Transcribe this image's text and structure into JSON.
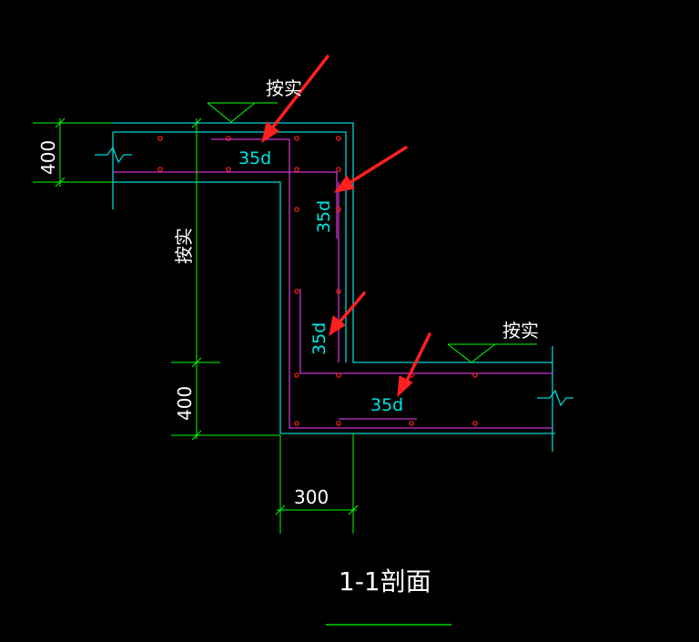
{
  "colors": {
    "background": "#000000",
    "dimension": "#00ff00",
    "outline": "#00d4d4",
    "rebar": "#cc33cc",
    "rebar_dot": "#ff2222",
    "text": "#ffffff",
    "label_35d": "#00e5e5",
    "arrow": "#ff2020",
    "level_mark": "#00ff00"
  },
  "labels": {
    "level_top": "按实",
    "level_right": "按实",
    "height_vertical": "按实",
    "anchor_1": "35d",
    "anchor_2": "35d",
    "anchor_3": "35d",
    "anchor_4": "35d"
  },
  "dimensions": {
    "top_slab_thickness": "400",
    "bottom_slab_thickness": "400",
    "wall_thickness": "300"
  },
  "section_title": "1-1剖面",
  "icons": {
    "arrows": "arrow-icon",
    "level": "elevation-triangle-icon",
    "break": "break-line-icon"
  }
}
